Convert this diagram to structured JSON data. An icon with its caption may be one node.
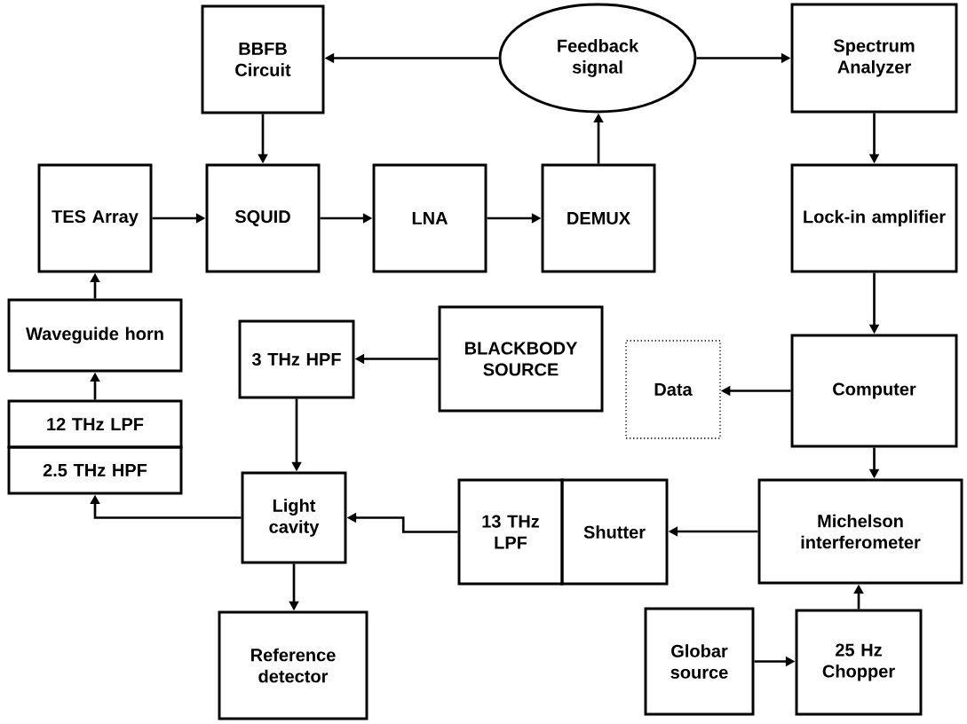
{
  "diagram": {
    "nodes": [
      {
        "text": [
          "BBFB Circuit"
        ]
      },
      {
        "text": [
          "Feedback signal"
        ]
      },
      {
        "text": [
          "Spectrum Analyzer"
        ]
      },
      {
        "text": [
          "TES Array"
        ]
      },
      {
        "text": [
          "SQUID"
        ]
      },
      {
        "text": [
          "LNA"
        ]
      },
      {
        "text": [
          "DEMUX"
        ]
      },
      {
        "text": [
          "Lock-in amplifier"
        ]
      },
      {
        "text": [
          "Waveguide horn"
        ]
      },
      {
        "text": [
          "3 THz HPF"
        ]
      },
      {
        "text": [
          "BLACKBODY SOURCE"
        ]
      },
      {
        "text": [
          "Data"
        ]
      },
      {
        "text": [
          "Computer"
        ]
      },
      {
        "text": [
          "12 THz LPF"
        ]
      },
      {
        "text": [
          "2.5 THz HPF"
        ]
      },
      {
        "text": [
          "Light cavity"
        ]
      },
      {
        "text": [
          "13 THz LPF"
        ]
      },
      {
        "text": [
          "Shutter"
        ]
      },
      {
        "text": [
          "Michelson interferometer"
        ]
      },
      {
        "text": [
          "Reference detector"
        ]
      },
      {
        "text": [
          "Globar source"
        ]
      },
      {
        "text": [
          "25 Hz Chopper"
        ]
      }
    ],
    "edges": [
      {
        "from": 1,
        "to": 0,
        "arrow": "to"
      },
      {
        "from": 1,
        "to": 2,
        "arrow": "to"
      },
      {
        "from": 0,
        "to": 4,
        "arrow": "to"
      },
      {
        "from": 3,
        "to": 4,
        "arrow": "to"
      },
      {
        "from": 4,
        "to": 5,
        "arrow": "to"
      },
      {
        "from": 5,
        "to": 6,
        "arrow": "to"
      },
      {
        "from": 6,
        "to": 1,
        "arrow": "to"
      },
      {
        "from": 2,
        "to": 7,
        "arrow": "to"
      },
      {
        "from": 7,
        "to": 12,
        "arrow": "to"
      },
      {
        "from": 8,
        "to": 3,
        "arrow": "to"
      },
      {
        "from": 10,
        "to": 9,
        "arrow": "to"
      },
      {
        "from": 12,
        "to": 11,
        "arrow": "to"
      },
      {
        "from": 13,
        "to": 8,
        "arrow": "to"
      },
      {
        "from": 9,
        "to": 15,
        "arrow": "to"
      },
      {
        "from": 15,
        "to": 14,
        "arrow": "to"
      },
      {
        "from": 12,
        "to": 18,
        "arrow": "to"
      },
      {
        "from": 16,
        "to": 15,
        "arrow": "to"
      },
      {
        "from": 18,
        "to": 17,
        "arrow": "to"
      },
      {
        "from": 15,
        "to": 19,
        "arrow": "to"
      },
      {
        "from": 21,
        "to": 18,
        "arrow": "to"
      },
      {
        "from": 20,
        "to": 21,
        "arrow": "to"
      }
    ]
  }
}
